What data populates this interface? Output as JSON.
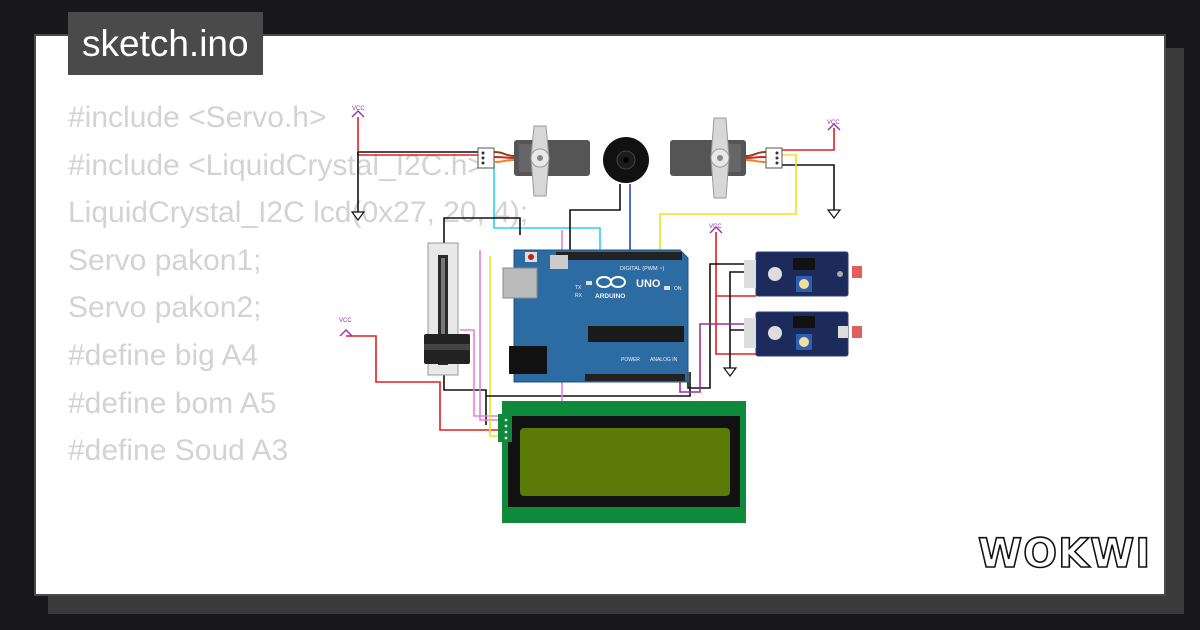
{
  "project": {
    "filename": "sketch.ino"
  },
  "code_lines": [
    "#include <Servo.h>",
    "#include <LiquidCrystal_I2C.h>",
    "LiquidCrystal_I2C lcd(0x27, 20, 4);",
    "",
    "Servo pakon1;",
    "Servo pakon2;",
    "",
    "#define big A4",
    "#define bom A5",
    "#define Soud A3"
  ],
  "circuit": {
    "vcc_label": "VCC",
    "board": {
      "name": "UNO",
      "brand": "ARDUINO",
      "digital_header": "DIGITAL (PWM ~)",
      "power_header": "POWER",
      "analog_header": "ANALOG IN",
      "tx_label": "TX",
      "rx_label": "RX",
      "on_label": "ON"
    },
    "wire_colors": {
      "power": "#e02020",
      "ground": "#111111",
      "signal_cyan": "#2ad4e8",
      "signal_yellow": "#f0e020",
      "signal_blue": "#2244cc",
      "signal_pink": "#e080e0",
      "vcc_symbol": "#9a2fa8"
    }
  },
  "branding": {
    "logo_text": "WOKWI"
  }
}
